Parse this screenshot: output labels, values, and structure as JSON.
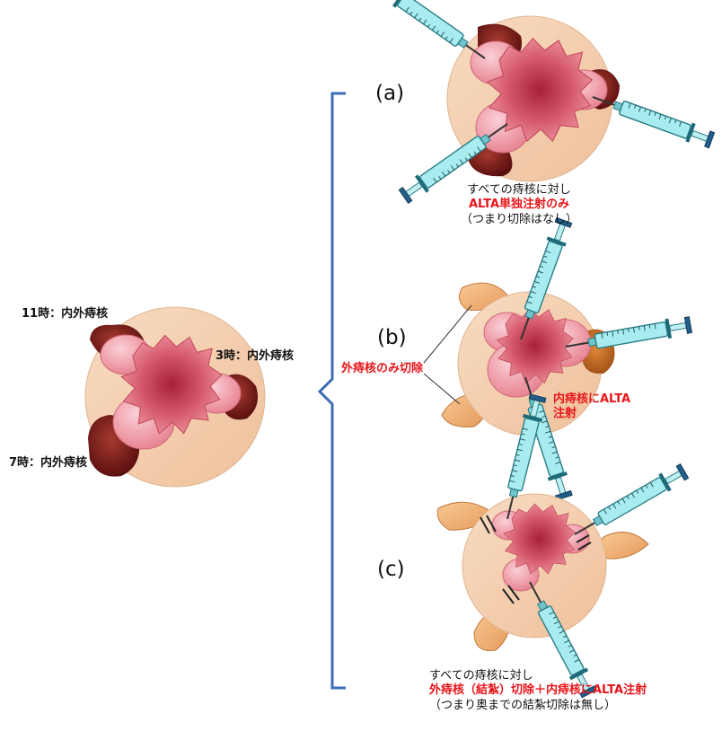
{
  "panels": {
    "a": {
      "letter": "(a)",
      "caption_line1": "すべての痔核に対し",
      "caption_line2": "ALTA単独注射のみ",
      "caption_line3": "（つまり切除はなし）"
    },
    "b": {
      "letter": "(b)",
      "excise_label": "外痔核のみ切除",
      "inject_label_line1": "内痔核にALTA",
      "inject_label_line2": "注射"
    },
    "c": {
      "letter": "(c)",
      "caption_line1": "すべての痔核に対し",
      "caption_line2": "外痔核（結紮）切除＋内痔核にALTA注射",
      "caption_line3": "（つまり奥までの結紮切除は無し）"
    }
  },
  "source": {
    "label_11": "11時：内外痔核",
    "label_3": "3時：内外痔核",
    "label_7": "7時：内外痔核"
  },
  "colors": {
    "skin": "#f6d3b4",
    "skin_edge": "#d9a98a",
    "rectum_core": "#c0394f",
    "mucosa": "#f2a0a8",
    "external_hemorrhoid": "#7a1a1a",
    "syringe_barrel": "#9fe8ec",
    "syringe_edge": "#2a7d86",
    "flap": "#f2b47c",
    "brace": "#3d6db5",
    "accent_red": "#e8151a"
  }
}
